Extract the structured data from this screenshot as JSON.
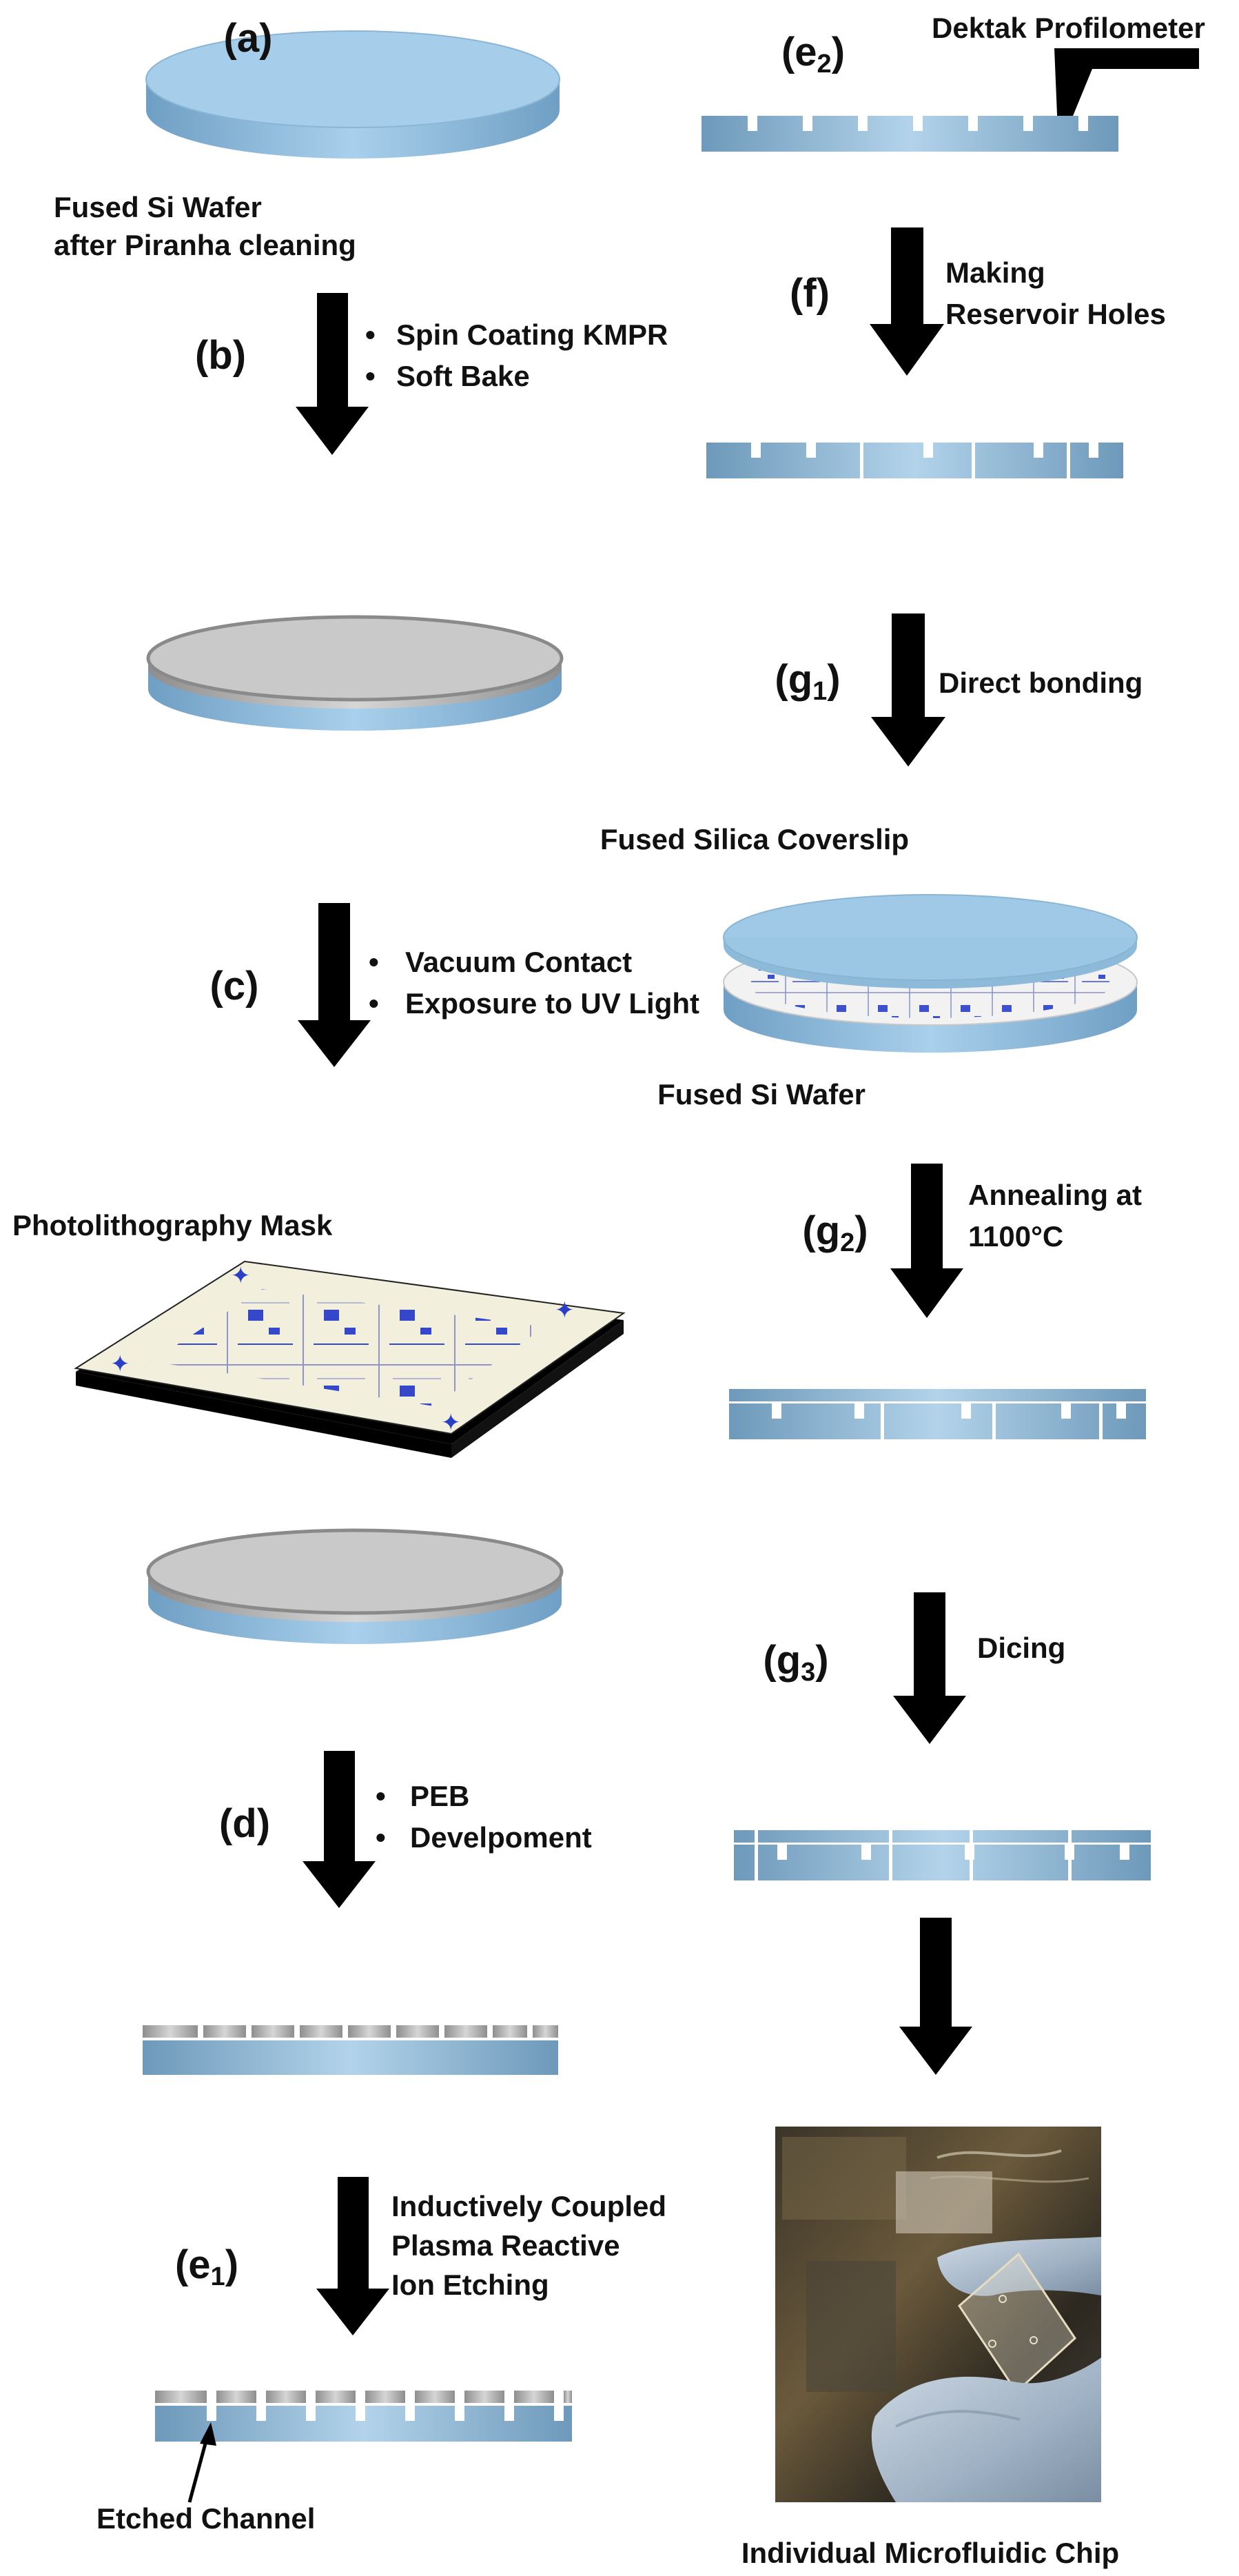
{
  "left": {
    "a": {
      "step": "(a)",
      "caption1": "Fused Si Wafer",
      "caption2": "after Piranha cleaning"
    },
    "b": {
      "step": "(b)",
      "bullets": [
        "Spin Coating KMPR",
        "Soft Bake"
      ]
    },
    "c": {
      "step": "(c)",
      "bullets": [
        "Vacuum Contact",
        "Exposure to UV Light"
      ]
    },
    "mask": {
      "label": "Photolithography Mask"
    },
    "d": {
      "step": "(d)",
      "bullets": [
        "PEB",
        "Develpoment"
      ]
    },
    "e1": {
      "step": "(e",
      "sub": "1",
      "close": ")",
      "lines": [
        "Inductively Coupled",
        "Plasma Reactive",
        "Ion Etching"
      ]
    },
    "etched": {
      "label": "Etched Channel"
    }
  },
  "right": {
    "e2": {
      "step": "(e",
      "sub": "2",
      "close": ")",
      "label": "Dektak Profilometer"
    },
    "f": {
      "step": "(f)",
      "lines": [
        "Making",
        "Reservoir Holes"
      ]
    },
    "g1": {
      "step": "(g",
      "sub": "1",
      "close": ")",
      "label": "Direct bonding"
    },
    "coverslip": {
      "label": "Fused Silica Coverslip"
    },
    "wafer": {
      "label": "Fused Si Wafer"
    },
    "g2": {
      "step": "(g",
      "sub": "2",
      "close": ")",
      "lines": [
        "Annealing at",
        "1100°C"
      ]
    },
    "g3": {
      "step": "(g",
      "sub": "3",
      "close": ")",
      "label": "Dicing"
    },
    "chip": {
      "label": "Individual Microfluidic Chip"
    }
  },
  "colors": {
    "wafer_blue": "#8fbfdf",
    "resist_gray": "#b8b8b8",
    "arrow": "#000000",
    "mask_beige": "#f2efdc",
    "pattern_blue": "#2a3fc8"
  }
}
